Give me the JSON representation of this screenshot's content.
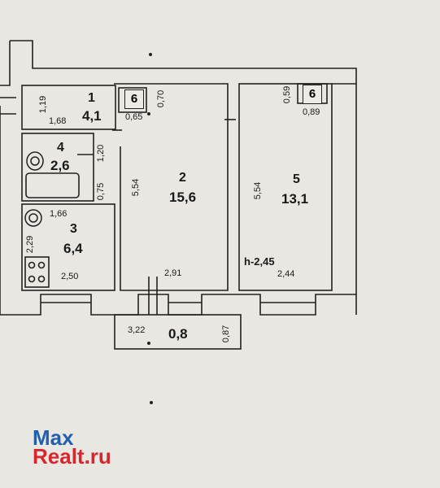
{
  "rooms": [
    {
      "id": "1",
      "number": "1",
      "area": "4,1"
    },
    {
      "id": "2",
      "number": "2",
      "area": "15,6"
    },
    {
      "id": "3",
      "number": "3",
      "area": "6,4"
    },
    {
      "id": "4",
      "number": "4",
      "area": "2,6"
    },
    {
      "id": "5",
      "number": "5",
      "area": "13,1"
    },
    {
      "id": "balcony",
      "area": "0,8"
    }
  ],
  "closets": {
    "a": "6",
    "b": "6"
  },
  "dimensions": {
    "d1_19": "1,19",
    "d1_68": "1,68",
    "d0_65": "0,65",
    "d0_70": "0,70",
    "d0_59": "0,59",
    "d0_89": "0,89",
    "d1_20": "1,20",
    "d5_54a": "5,54",
    "d5_54b": "5,54",
    "d0_75": "0,75",
    "d1_66": "1,66",
    "d2_29": "2,29",
    "d2_50": "2,50",
    "d2_91": "2,91",
    "d2_44": "2,44",
    "d3_22": "3,22",
    "d0_87": "0,87"
  },
  "ceiling_height": "h-2,45",
  "watermark": {
    "line1": "Max",
    "line2": "Realt.ru"
  }
}
